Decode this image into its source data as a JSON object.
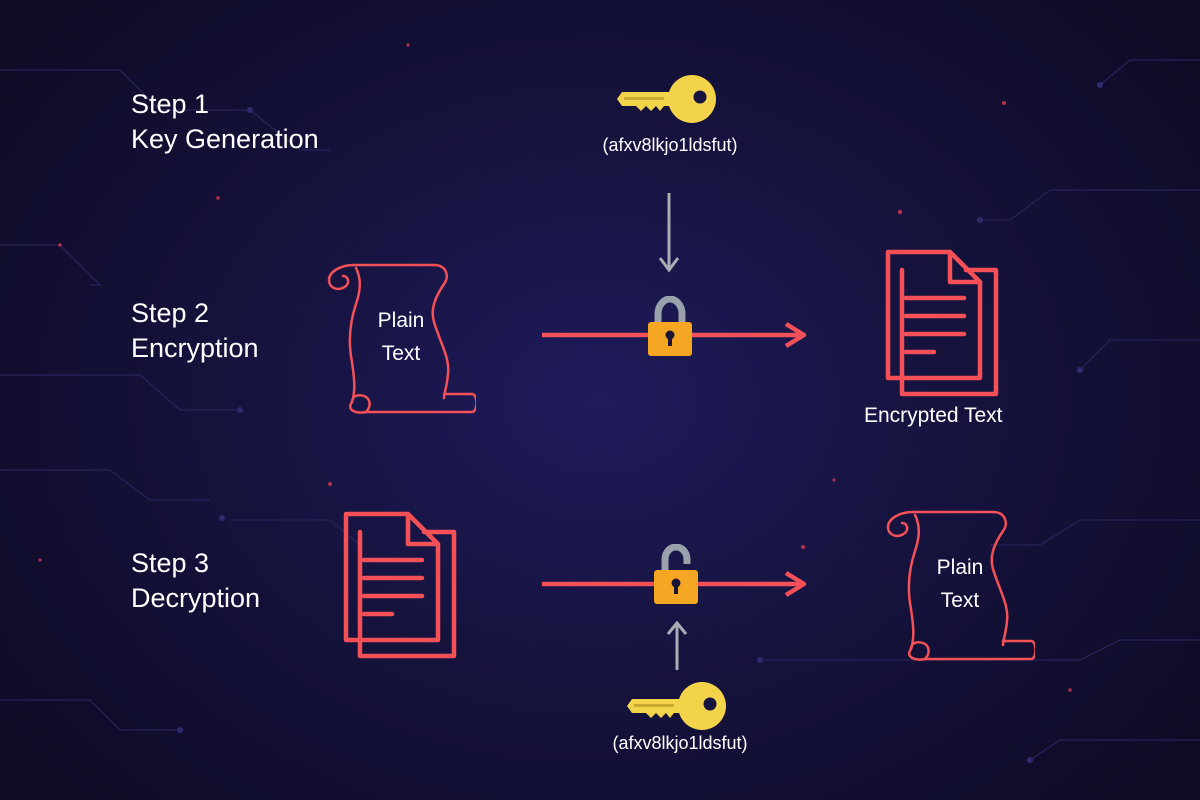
{
  "steps": [
    {
      "title": "Step 1",
      "name": "Key Generation"
    },
    {
      "title": "Step 2",
      "name": "Encryption"
    },
    {
      "title": "Step 3",
      "name": "Decryption"
    }
  ],
  "key_value_top": "(afxv8lkjo1ldsfut)",
  "key_value_bottom": "(afxv8lkjo1ldsfut)",
  "plain_text_input": {
    "line1": "Plain",
    "line2": "Text"
  },
  "plain_text_output": {
    "line1": "Plain",
    "line2": "Text"
  },
  "encrypted_label": "Encrypted Text",
  "colors": {
    "accent": "#f35157",
    "key": "#f3d34a",
    "lock": "#f5a623",
    "shackle": "#9aa1ab",
    "arrow_gray": "#a9acb4",
    "background": "#16133f"
  },
  "icons": {
    "key": "key-icon",
    "locked": "padlock-locked-icon",
    "unlocked": "padlock-unlocked-icon",
    "scroll": "scroll-icon",
    "document": "document-icon"
  }
}
